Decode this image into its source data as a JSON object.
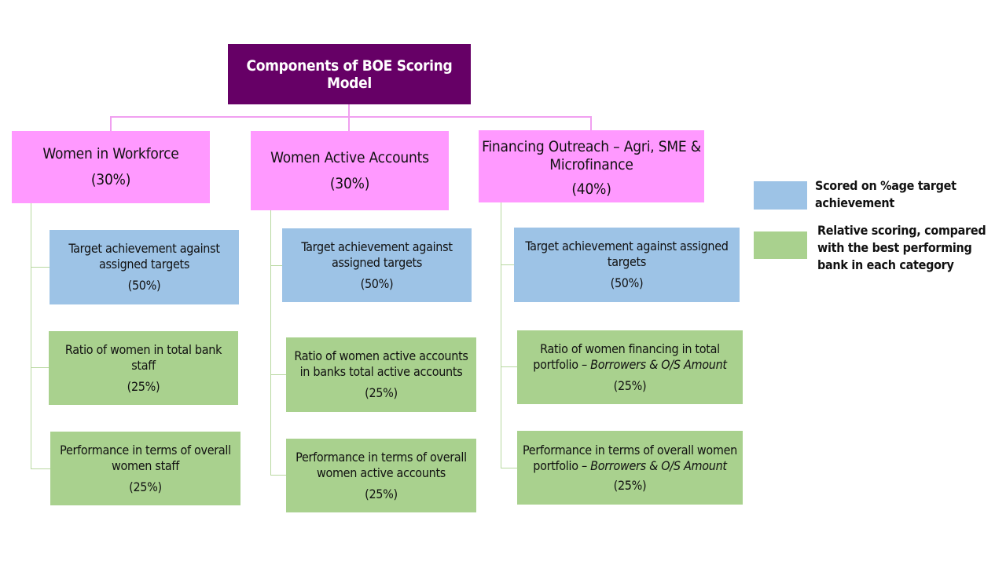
{
  "colors": {
    "root_fill": "#660066",
    "category_fill": "#FF99FF",
    "target_fill": "#9DC3E6",
    "relative_fill": "#A9D18E",
    "root_connector": "#F0A0F0",
    "sub_connector": "#B8D8A0"
  },
  "root": {
    "label": "Components of BOE Scoring Model"
  },
  "categories": [
    {
      "label": "Women in Workforce",
      "weight": "(30%)",
      "items": [
        {
          "label": "Target achievement against assigned targets",
          "weight": "(50%)"
        },
        {
          "label": "Ratio of women in total bank staff",
          "weight": "(25%)"
        },
        {
          "label": "Performance in terms of overall women staff",
          "weight": "(25%)"
        }
      ]
    },
    {
      "label": "Women Active Accounts",
      "weight": "(30%)",
      "items": [
        {
          "label": "Target achievement against assigned targets",
          "weight": "(50%)"
        },
        {
          "label": "Ratio of women active accounts in banks total active accounts",
          "weight": "(25%)"
        },
        {
          "label": "Performance in terms of overall women active accounts",
          "weight": "(25%)"
        }
      ]
    },
    {
      "label": "Financing Outreach – Agri, SME & Microfinance",
      "weight": "(40%)",
      "items": [
        {
          "label": "Target achievement against assigned targets",
          "weight": "(50%)"
        },
        {
          "label": "Ratio of women financing in total portfolio – ",
          "label_em": "Borrowers & O/S Amount",
          "weight": "(25%)"
        },
        {
          "label": "Performance in terms of overall women portfolio – ",
          "label_em": "Borrowers & O/S Amount",
          "weight": "(25%)"
        }
      ]
    }
  ],
  "legend": [
    {
      "label": "Scored on %age target achievement",
      "swatch": "target"
    },
    {
      "label": "Relative scoring, compared with the best performing bank in each category",
      "swatch": "relative"
    }
  ]
}
